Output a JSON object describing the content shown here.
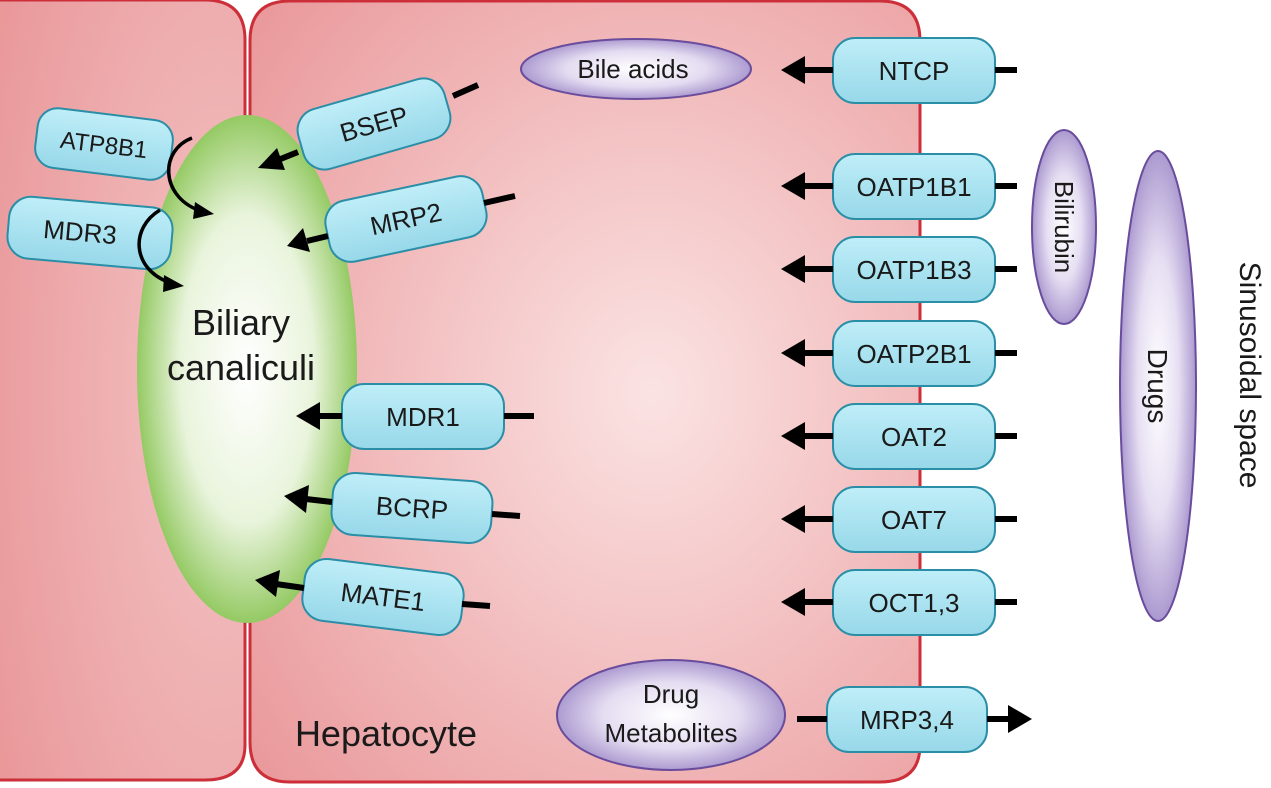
{
  "colors": {
    "cell_fill_center": "#fbe3e3",
    "cell_fill_edge": "#ea9a9c",
    "cell_stroke": "#cc2f3a",
    "canaliculus_center": "#ffffff",
    "canaliculus_edge": "#7fbf45",
    "transporter_fill": "#a9e4f1",
    "transporter_stroke": "#2b8ea7",
    "substrate_center": "#ffffff",
    "substrate_edge": "#9e8ac8",
    "substrate_stroke": "#6a4c9c",
    "arrow": "#000000"
  },
  "labels": {
    "hepatocyte": "Hepatocyte",
    "canaliculi_line1": "Biliary",
    "canaliculi_line2": "canaliculi",
    "sinusoidal_space": "Sinusoidal space"
  },
  "substrates": {
    "bile_acids": "Bile acids",
    "bilirubin": "Bilirubin",
    "drugs": "Drugs",
    "drug_metabolites_line1": "Drug",
    "drug_metabolites_line2": "Metabolites"
  },
  "canalicular_transporters": {
    "atp8b1": "ATP8B1",
    "mdr3": "MDR3",
    "bsep": "BSEP",
    "mrp2": "MRP2",
    "mdr1": "MDR1",
    "bcrp": "BCRP",
    "mate1": "MATE1"
  },
  "sinusoidal_transporters": {
    "ntcp": "NTCP",
    "oatp1b1": "OATP1B1",
    "oatp1b3": "OATP1B3",
    "oatp2b1": "OATP2B1",
    "oat2": "OAT2",
    "oat7": "OAT7",
    "oct13": "OCT1,3",
    "mrp34": "MRP3,4"
  }
}
